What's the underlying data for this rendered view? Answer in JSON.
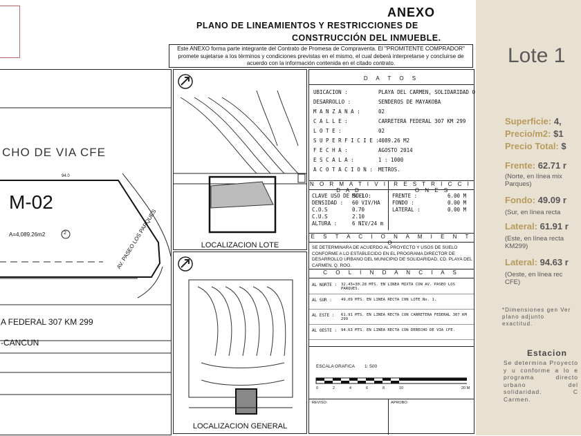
{
  "header": {
    "anexo": "ANEXO",
    "title_line1": "PLANO DE LINEAMIENTOS Y RESTRICCIONES DE",
    "title_line2": "CONSTRUCCIÓN DEL INMUEBLE.",
    "intro": "Este ANEXO forma parte integrante del Contrato de Promesa de Compraventa. El \"PROMITENTE COMPRADOR\" promete sujetarse a los términos y condiciones previstas en el mismo, el cual deberá interpretarse y concluirse de acuerdo con la información contenida en el citado contrato."
  },
  "plan": {
    "cfe_label": "CHO DE VIA CFE",
    "lot_label": "M-02",
    "area_label": "A=4,089.26m2",
    "area_circle": "2",
    "top_dim": "94.0",
    "road_label": "AV. PASEO LOS PARQUES",
    "highway_label": "A FEDERAL 307 KM 299",
    "cancun_label": "-CANCUN"
  },
  "localizacion": {
    "lote_caption": "LOCALIZACION LOTE",
    "general_caption": "LOCALIZACION GENERAL"
  },
  "datos": {
    "title": "D A T O S",
    "rows": [
      {
        "k": "UBICACION :",
        "v": "PLAYA DEL CARMEN, SOLIDARIDAD Q. ROO."
      },
      {
        "k": "DESARROLLO :",
        "v": "SENDEROS DE MAYAKOBA"
      },
      {
        "k": "M A N Z A N A :",
        "v": "02"
      },
      {
        "k": "C A L L E :",
        "v": "CARRETERA FEDERAL 307 KM 299"
      },
      {
        "k": "L O T E :",
        "v": "02"
      },
      {
        "k": "S U P E R F I C I E :",
        "v": "4089.26 M2"
      },
      {
        "k": "F E C H A :",
        "v": "AGOSTO 2014"
      },
      {
        "k": "E S C A L A :",
        "v": "1 : 1000"
      },
      {
        "k": "A C O T A C I O N :",
        "v": "METROS."
      }
    ],
    "normatividad_title": "N O R M A T I V I D A D",
    "restricciones_title": "R E S T R I C C I O N E S",
    "norm_rows": [
      {
        "k": "CLAVE USO DE SUELO:",
        "v": "MC-1"
      },
      {
        "k": "DENSIDAD :",
        "v": "60 VIV/HA"
      },
      {
        "k": "C.O.S",
        "v": "0.70"
      },
      {
        "k": "C.U.S",
        "v": "2.10"
      },
      {
        "k": "ALTURA :",
        "v": "6 NIV/24 m"
      }
    ],
    "rest_rows": [
      {
        "k": "FRENTE :",
        "v": "6.00 M"
      },
      {
        "k": "FONDO :",
        "v": "0.00 M"
      },
      {
        "k": "LATERAL :",
        "v": "0.00 M"
      }
    ],
    "estacionamiento_title": "E S T A C I O N A M I E N T O",
    "estacionamiento_text": "SE DETERMINARA DE ACUERDO AL PROYECTO Y USOS DE SUELO CONFORME A LO ESTABLECIDO EN EL PROGRAMA DIRECTOR DE DESARROLLO URBANO DEL MUNICIPIO DE SOLIDARIDAD, CD. PLAYA DEL CARMEN, Q. ROO.",
    "colindancias_title": "C O L I N D A N C I A S",
    "colindancias": [
      {
        "k": "AL NORTE :",
        "v": "32.43+30.28 MTS. EN LINEA MIXTA CON AV. PASEO LOS PARQUES."
      },
      {
        "k": "AL SUR :",
        "v": "49.09 MTS. EN LINEA RECTA CON LOTE No. 1."
      },
      {
        "k": "AL ESTE :",
        "v": "61.91 MTS. EN LINEA RECTA CON CARRETERA FEDERAL 307 KM 299"
      },
      {
        "k": "AL OESTE :",
        "v": "94.63 MTS. EN LINEA RECTA CON DERECHO DE VIA CFE."
      }
    ],
    "escala_label": "ESCALA GRAFICA",
    "escala_ratio": "1: 500",
    "scale_ticks": [
      "0",
      "2",
      "4",
      "6",
      "8",
      "10",
      "20 M"
    ],
    "reviso_label": "REVISO:",
    "aprobo_label": "APROBO:"
  },
  "card": {
    "title": "Lote 1",
    "superficie_label": "Superficie:",
    "superficie_value": "4,",
    "precio_m2_label": "Precio/m2:",
    "precio_m2_value": "$1",
    "precio_total_label": "Precio Total:",
    "precio_total_value": "$",
    "frente_label": "Frente:",
    "frente_value": "62.71 r",
    "frente_note": "(Norte, en línea mix Parques)",
    "fondo_label": "Fondo:",
    "fondo_value": "49.09 r",
    "fondo_note": "(Sur, en línea recta",
    "lateral1_label": "Lateral:",
    "lateral1_value": "61.91 r",
    "lateral1_note": "(Este, en línea recta KM299)",
    "lateral2_label": "Lateral:",
    "lateral2_value": "94.63 r",
    "lateral2_note": "(Oeste, en línea rec CFE)",
    "disclaimer": "*Dimensiones gen Ver plano adjunto exactitud.",
    "estacion_title": "Estacion",
    "estacion_text": "Se determina Proyecto y u conforme a lo e programa directo urbano del solidaridad. C Carmen."
  },
  "colors": {
    "card_bg": "#e8e0d1",
    "accent": "#b79b5c",
    "title_gray": "#5a5a5a"
  }
}
